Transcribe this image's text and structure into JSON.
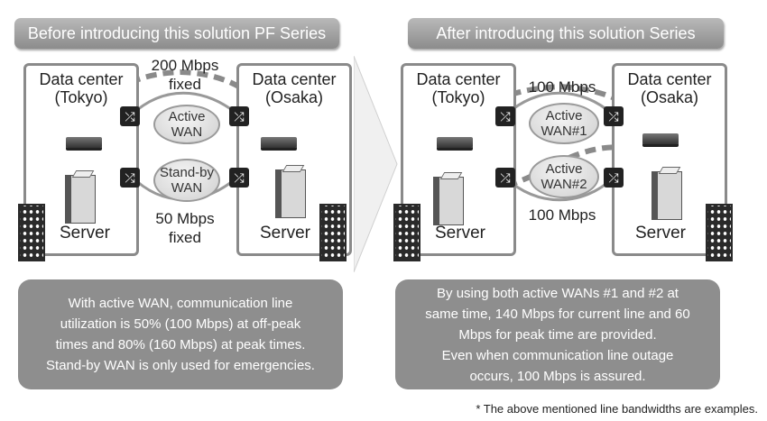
{
  "left": {
    "header": "Before introducing this solution PF Series",
    "dc_a": "Data center\n(Tokyo)",
    "dc_b": "Data center\n(Osaka)",
    "server_a": "Server",
    "server_b": "Server",
    "wan1": "Active\nWAN",
    "wan2": "Stand-by\nWAN",
    "bw_top": "200 Mbps\nfixed",
    "bw_bottom": "50 Mbps\nfixed",
    "caption": [
      "With active WAN, communication line",
      "utilization is 50% (100 Mbps) at off-peak",
      "times and 80% (160 Mbps) at peak times.",
      "Stand-by WAN is only used for emergencies."
    ]
  },
  "right": {
    "header": "After introducing this solution Series",
    "dc_a": "Data center\n(Tokyo)",
    "dc_b": "Data center\n(Osaka)",
    "server_a": "Server",
    "server_b": "Server",
    "wan1": "Active\nWAN#1",
    "wan2": "Active\nWAN#2",
    "bw_top": "100 Mbps",
    "bw_bottom": "100 Mbps",
    "caption": [
      "By using both active WANs #1 and #2 at",
      "same time, 140 Mbps for current line and 60",
      "Mbps for peak time are provided.",
      "Even when communication line outage",
      "occurs, 100 Mbps is assured."
    ]
  },
  "footnote": "* The above mentioned line bandwidths are examples.",
  "colors": {
    "header": "#9c9c9c",
    "bubble": "#8e8e8e",
    "line": "#8a8a8a",
    "arrow": "#f0f0f0"
  }
}
